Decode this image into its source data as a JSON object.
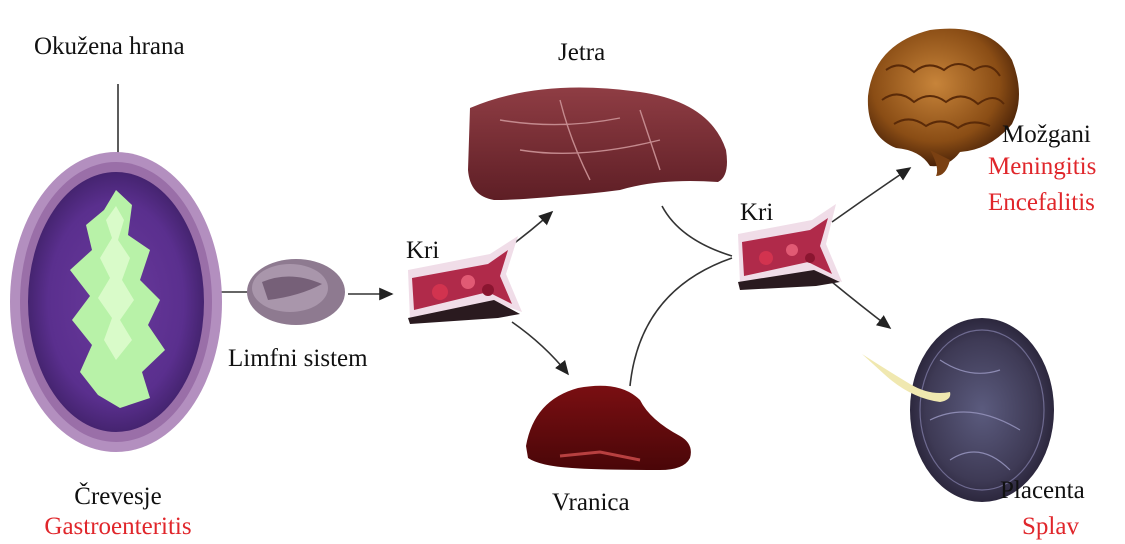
{
  "labels": {
    "food": "Okužena hrana",
    "intestine": "Črevesje",
    "intestine_disease": "Gastroenteritis",
    "lymph": "Limfni sistem",
    "blood_1": "Kri",
    "liver": "Jetra",
    "spleen": "Vranica",
    "blood_2": "Kri",
    "brain": "Možgani",
    "brain_disease_1": "Meningitis",
    "brain_disease_2": "Encefalitis",
    "placenta": "Placenta",
    "placenta_disease": "Splav"
  },
  "colors": {
    "disease_text": "#e0262b",
    "intestine_wall": "#9a6fa8",
    "intestine_inner": "#5a2f8e",
    "lumen": "#b8f2a8",
    "liver": "#7a2e34",
    "spleen": "#6b1010",
    "brain": "#a0621e",
    "placenta": "#4a4460",
    "vessel": "#b02a4a"
  },
  "icons": [
    "intestine-cross-section-image",
    "lymph-node-image",
    "blood-vessel-image",
    "liver-image",
    "spleen-image",
    "brain-image",
    "placenta-image"
  ]
}
